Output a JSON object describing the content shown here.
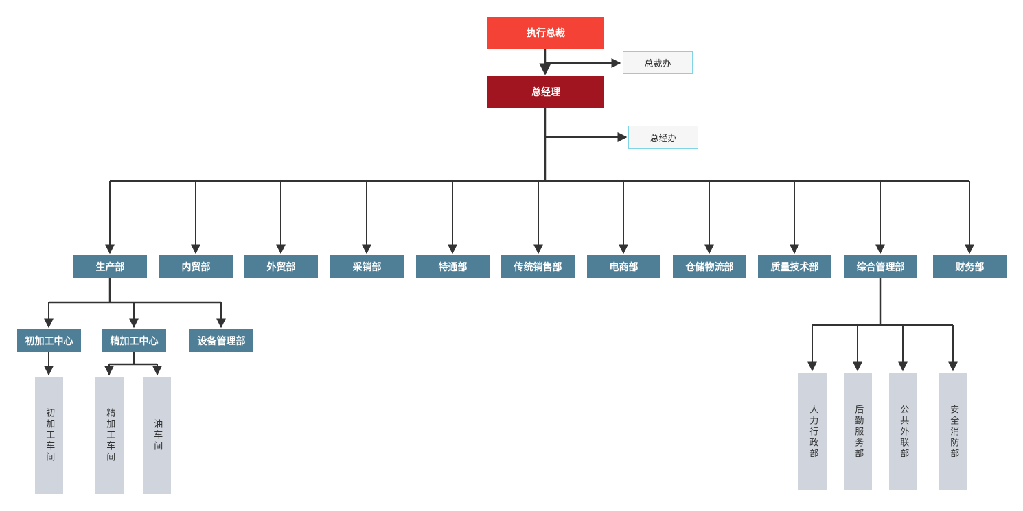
{
  "colors": {
    "executive": "#f44336",
    "general_manager": "#a0151f",
    "office_border": "#7fd4e6",
    "department": "#4e7f97",
    "leaf": "#cfd4dd",
    "connector": "#333333"
  },
  "top": {
    "executive": "执行总裁",
    "president_office": "总裁办",
    "general_manager": "总经理",
    "gm_office": "总经办"
  },
  "departments": [
    "生产部",
    "内贸部",
    "外贸部",
    "采销部",
    "特通部",
    "传统销售部",
    "电商部",
    "仓储物流部",
    "质量技术部",
    "综合管理部",
    "财务部"
  ],
  "production": {
    "centers": [
      "初加工中心",
      "精加工中心",
      "设备管理部"
    ],
    "workshops": [
      "初加工车间",
      "精加工车间",
      "油车间"
    ]
  },
  "admin": {
    "units": [
      "人力行政部",
      "后勤服务部",
      "公共外联部",
      "安全消防部"
    ]
  }
}
